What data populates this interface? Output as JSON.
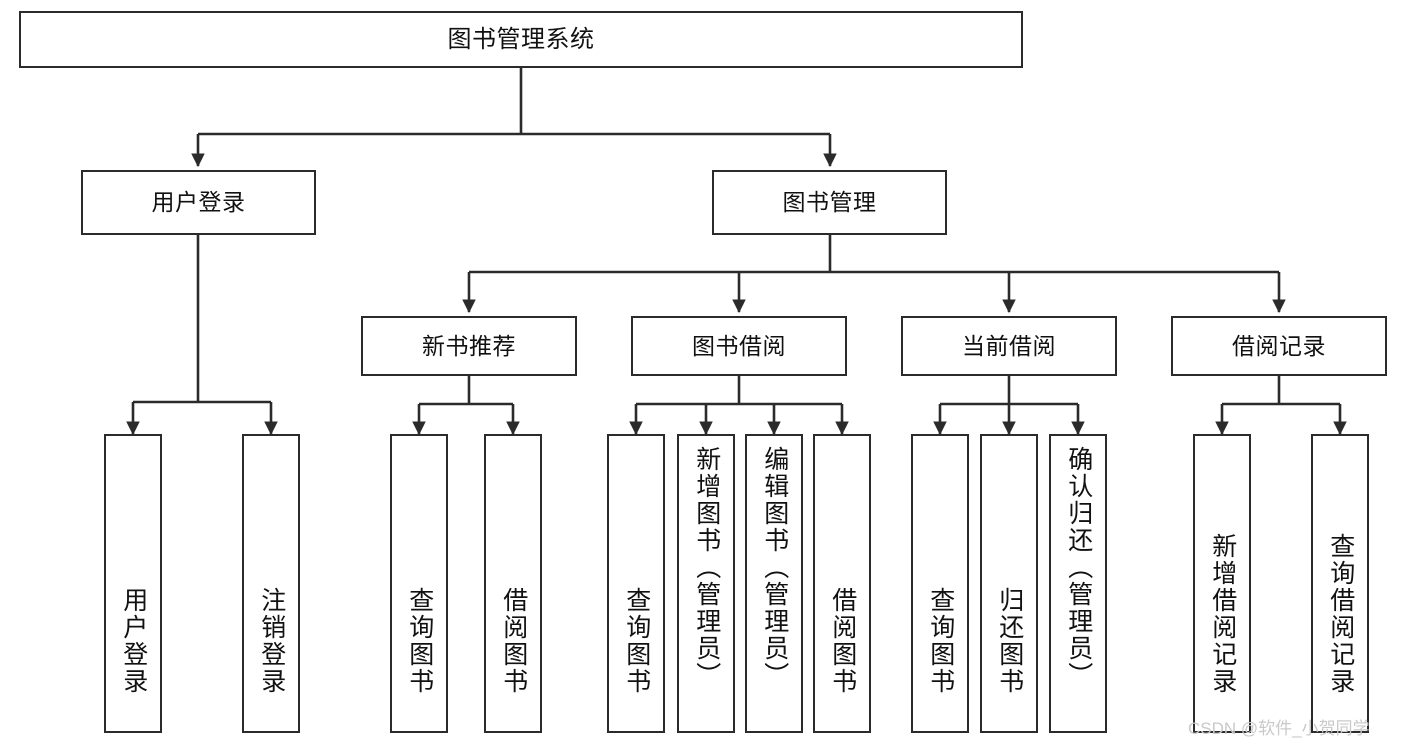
{
  "diagram": {
    "title": "图书管理系统",
    "watermark": "CSDN @软件_小贺同学",
    "colors": {
      "stroke": "#2b2b2b",
      "fill": "#ffffff",
      "text": "#111111",
      "watermark": "#c9c9c9"
    },
    "levels": {
      "root": {
        "label": "图书管理系统"
      },
      "level2": [
        {
          "label": "用户登录"
        },
        {
          "label": "图书管理"
        }
      ],
      "level3": [
        {
          "label": "新书推荐"
        },
        {
          "label": "图书借阅"
        },
        {
          "label": "当前借阅"
        },
        {
          "label": "借阅记录"
        }
      ],
      "leaves": [
        {
          "label": "用户登录",
          "parent": "用户登录"
        },
        {
          "label": "注销登录",
          "parent": "用户登录"
        },
        {
          "label": "查询图书",
          "parent": "新书推荐"
        },
        {
          "label": "借阅图书",
          "parent": "新书推荐"
        },
        {
          "label": "查询图书",
          "parent": "图书借阅"
        },
        {
          "label": "新增图书（管理员）",
          "parent": "图书借阅"
        },
        {
          "label": "编辑图书（管理员）",
          "parent": "图书借阅"
        },
        {
          "label": "借阅图书",
          "parent": "图书借阅"
        },
        {
          "label": "查询图书",
          "parent": "当前借阅"
        },
        {
          "label": "归还图书",
          "parent": "当前借阅"
        },
        {
          "label": "确认归还（管理员）",
          "parent": "当前借阅"
        },
        {
          "label": "新增借阅记录",
          "parent": "借阅记录"
        },
        {
          "label": "查询借阅记录",
          "parent": "借阅记录"
        }
      ]
    }
  }
}
